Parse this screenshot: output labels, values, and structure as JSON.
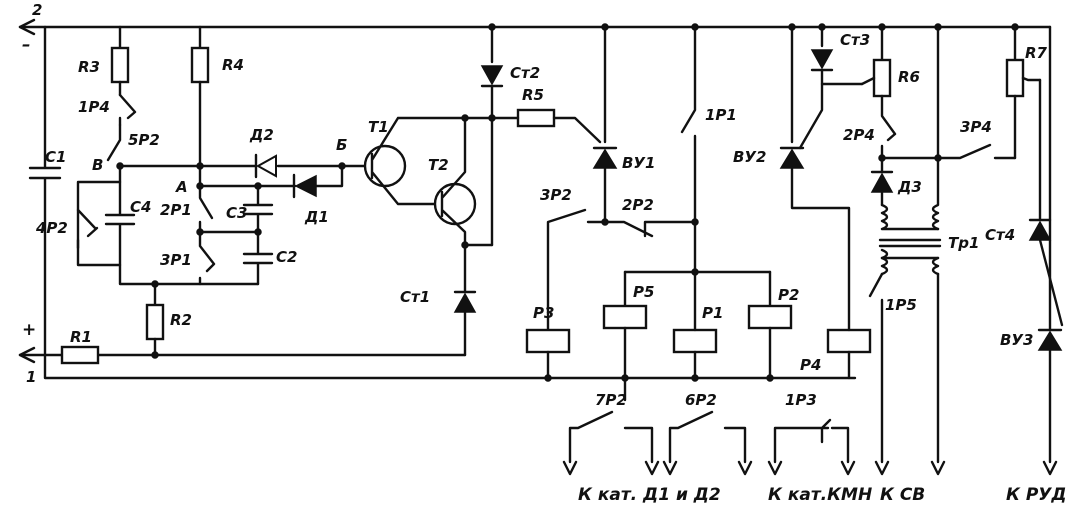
{
  "rails": {
    "neg_number": "2",
    "neg_sign": "–",
    "pos_number": "1",
    "pos_sign": "+"
  },
  "components": {
    "R1": "R1",
    "R2": "R2",
    "R3": "R3",
    "R4": "R4",
    "R5": "R5",
    "R6": "R6",
    "R7": "R7",
    "C1": "C1",
    "C2": "C2",
    "C3": "C3",
    "C4": "C4",
    "T1": "T1",
    "T2": "T2",
    "D1": "Д1",
    "D2": "Д2",
    "D3": "Д3",
    "St1": "Ст1",
    "St2": "Ст2",
    "St3": "Ст3",
    "St4": "Ст4",
    "VU1": "ВУ1",
    "VU2": "ВУ2",
    "VU3": "ВУ3",
    "Tr1": "Тр1",
    "P1": "Р1",
    "P2": "Р2",
    "P3": "Р3",
    "P4": "Р4",
    "P5": "Р5"
  },
  "contacts": {
    "c1P4": "1Р4",
    "c5P2": "5Р2",
    "c4P2": "4Р2",
    "c2P1": "2Р1",
    "c3P1": "3Р1",
    "c3P2": "3Р2",
    "c2P2": "2Р2",
    "c1P1": "1Р1",
    "c2P4": "2Р4",
    "c3P4": "3Р4",
    "c1P5": "1Р5",
    "c7P2": "7Р2",
    "c6P2": "6Р2",
    "c1P3": "1Р3"
  },
  "nodes": {
    "A": "А",
    "B": "Б",
    "V": "В"
  },
  "outputs": {
    "kat_d1_d2": "К кат. Д1 и Д2",
    "kat_kmn": "К кат.КМН",
    "sv": "К СВ",
    "rud": "К РУД"
  }
}
